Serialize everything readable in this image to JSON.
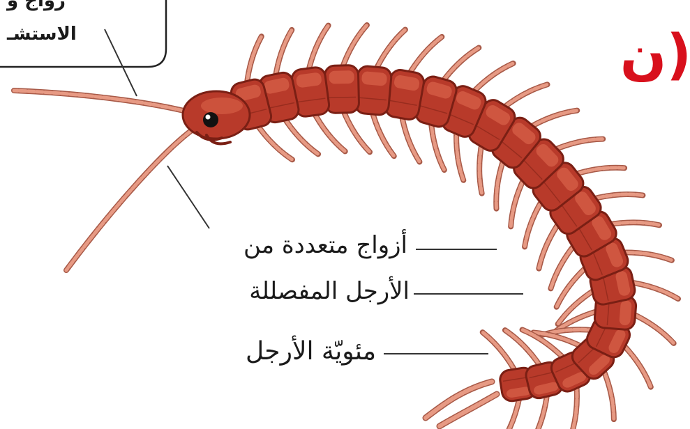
{
  "colors": {
    "body": "#b83a2a",
    "body_dark": "#7a1f14",
    "body_light": "#d9624a",
    "leg": "#e79a84",
    "leg_dark": "#a85a48",
    "title": "#d8101c",
    "line": "#333333"
  },
  "callout": {
    "line1": "زواج و",
    "line2": "الاستشـ"
  },
  "labels": {
    "legs_line1": "أزواج متعددة من",
    "legs_line2": "الأرجل المفصللة",
    "name": "مئويّة الأرجل"
  },
  "title_fragment": "(ن"
}
